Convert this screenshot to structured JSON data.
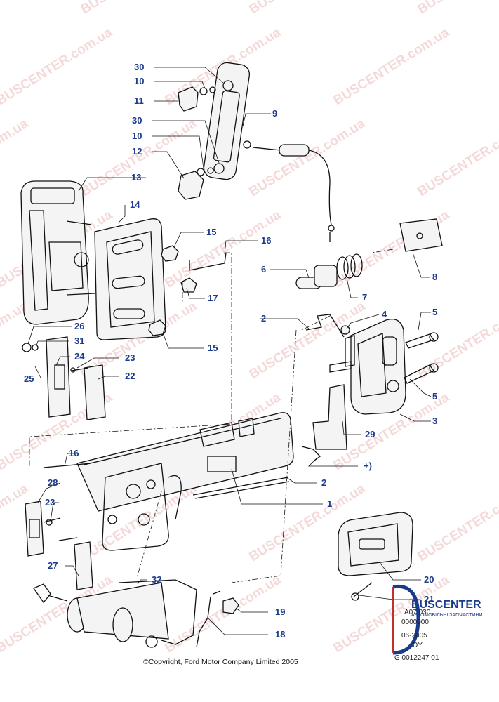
{
  "watermark": "BUSCENTER.com.ua",
  "callouts": [
    "30",
    "10",
    "11",
    "30",
    "10",
    "12",
    "9",
    "13",
    "14",
    "15",
    "16",
    "6",
    "7",
    "8",
    "17",
    "15",
    "2",
    "4",
    "5",
    "26",
    "31",
    "24",
    "25",
    "23",
    "22",
    "5",
    "3",
    "29",
    "16",
    "+)",
    "2",
    "28",
    "23",
    "1",
    "27",
    "32",
    "20",
    "21",
    "19",
    "18"
  ],
  "copyright": "©Copyright, Ford Motor Company Limited 2005",
  "stamp": {
    "line1": "A07 030",
    "line2": "0000000",
    "line3": "06-2005",
    "line4": "DY",
    "line5": "G 0012247 01"
  },
  "logo": {
    "name": "BUSCENTER",
    "subtitle": "АВТОМОБІЛЬНІ ЗАПЧАСТИНИ"
  },
  "colors": {
    "callout": "#1a3a8c",
    "watermark": "#e08a8a",
    "logo": "#1a3a8c"
  }
}
